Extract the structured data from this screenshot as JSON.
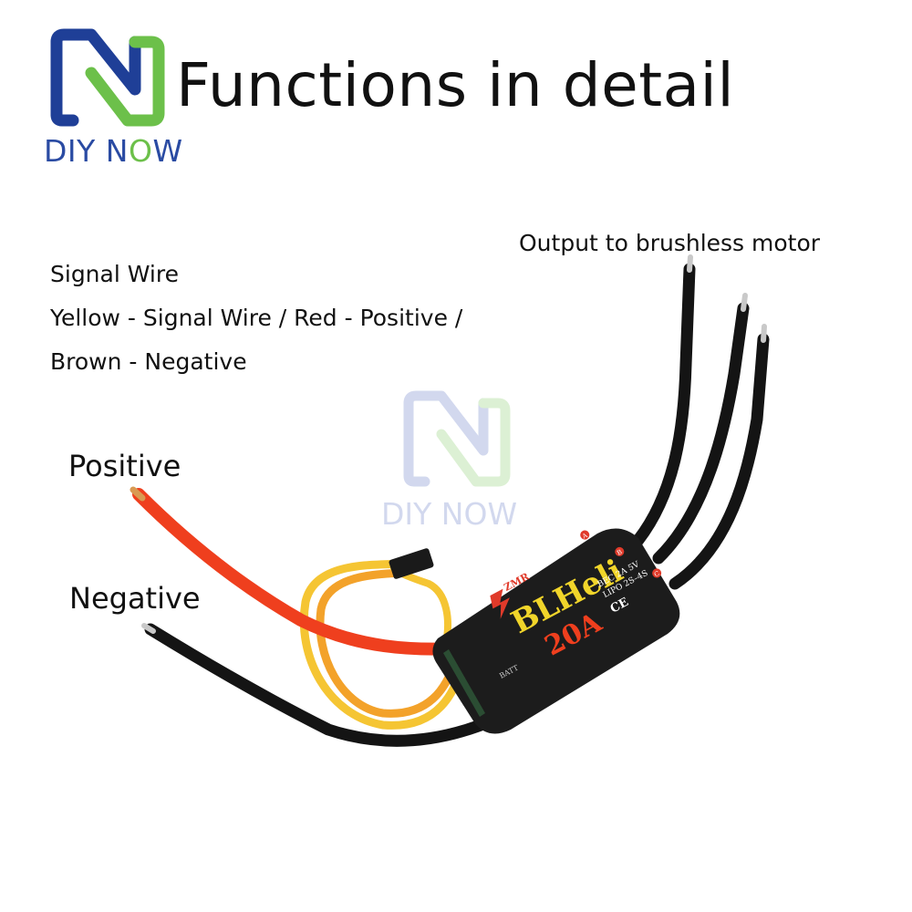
{
  "brand": {
    "name_part1": "DIY N",
    "name_part2": "O",
    "name_part3": "W",
    "colors": {
      "blue": "#1f3f97",
      "green": "#6cc04a",
      "text_blue": "#2a4ba3"
    }
  },
  "title": "Functions in detail",
  "labels": {
    "output": "Output to brushless motor",
    "signal_title": "Signal Wire",
    "signal_line1": "Yellow - Signal Wire / Red - Positive /",
    "signal_line2": "Brown - Negative",
    "positive": "Positive",
    "negative": "Negative"
  },
  "watermark": {
    "text": "DIY NOW"
  },
  "esc": {
    "brand": "ZMR",
    "model": "BLHeli",
    "rating": "20A",
    "spec1": "BEC  2A  5V",
    "spec2": "LIPO  2S–4S",
    "batt": "BATT",
    "ce": "CE",
    "motor_a": "A",
    "motor_b": "B",
    "motor_c": "C"
  },
  "wire_colors": {
    "red": "#ef3f1e",
    "orange": "#f3a22a",
    "yellow": "#f5c533",
    "black": "#141414",
    "body": "#1c1c1c"
  }
}
